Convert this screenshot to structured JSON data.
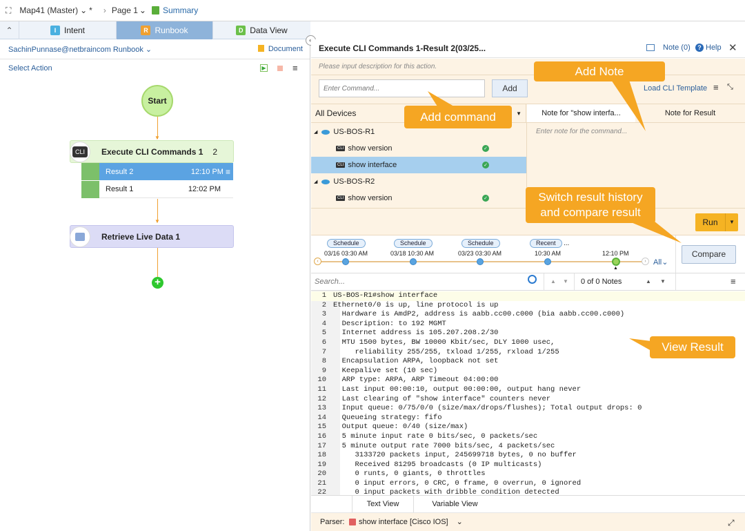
{
  "topbar": {
    "map_label": "Map41 (Master)",
    "modified_mark": "*",
    "page_label": "Page 1",
    "summary_label": "Summary"
  },
  "left_tabs": [
    {
      "label": "Intent",
      "badge": "I"
    },
    {
      "label": "Runbook",
      "badge": "R"
    },
    {
      "label": "Data View",
      "badge": "D"
    }
  ],
  "runbook": {
    "owner_label": "SachinPunnase@netbraincom Runbook",
    "document_label": "Document",
    "select_action": "Select Action",
    "start_label": "Start",
    "exec_node": {
      "label": "Execute CLI Commands 1",
      "count": "2",
      "icon_text": "CLI"
    },
    "results": [
      {
        "label": "Result 2",
        "time": "12:10 PM"
      },
      {
        "label": "Result 1",
        "time": "12:02 PM"
      }
    ],
    "retrieve_node": {
      "label": "Retrieve Live Data 1"
    }
  },
  "panel": {
    "title": "Execute CLI Commands 1-Result 2(03/25...",
    "note_label": "Note (0)",
    "help_label": "Help",
    "description_placeholder": "Please input description for this action.",
    "command_placeholder": "Enter Command...",
    "add_button": "Add",
    "load_template": "Load CLI Template",
    "devices_header": "All Devices",
    "note_tab_command": "Note for \"show interfa...",
    "note_tab_result": "Note for Result",
    "note_placeholder": "Enter note for the command...",
    "devices": [
      {
        "name": "US-BOS-R1",
        "commands": [
          {
            "name": "show version"
          },
          {
            "name": "show interface"
          }
        ]
      },
      {
        "name": "US-BOS-R2",
        "commands": [
          {
            "name": "show version"
          }
        ]
      }
    ],
    "run_button": "Run",
    "compare_button": "Compare",
    "timeline": [
      {
        "tag": "Schedule",
        "time": "03/16 03:30 AM"
      },
      {
        "tag": "Schedule",
        "time": "03/18 10:30 AM"
      },
      {
        "tag": "Schedule",
        "time": "03/23 03:30 AM"
      },
      {
        "tag": "Recent",
        "time": "10:30 AM"
      },
      {
        "tag": "",
        "time": "12:10 PM"
      }
    ],
    "timeline_more": "...",
    "all_label": "All",
    "search_placeholder": "Search...",
    "notes_count": "0 of 0 Notes",
    "code_lines": [
      "US-BOS-R1#show interface",
      "Ethernet0/0 is up, line protocol is up",
      "  Hardware is AmdP2, address is aabb.cc00.c000 (bia aabb.cc00.c000)",
      "  Description: to 192 MGMT",
      "  Internet address is 105.207.208.2/30",
      "  MTU 1500 bytes, BW 10000 Kbit/sec, DLY 1000 usec,",
      "     reliability 255/255, txload 1/255, rxload 1/255",
      "  Encapsulation ARPA, loopback not set",
      "  Keepalive set (10 sec)",
      "  ARP type: ARPA, ARP Timeout 04:00:00",
      "  Last input 00:00:10, output 00:00:00, output hang never",
      "  Last clearing of \"show interface\" counters never",
      "  Input queue: 0/75/0/0 (size/max/drops/flushes); Total output drops: 0",
      "  Queueing strategy: fifo",
      "  Output queue: 0/40 (size/max)",
      "  5 minute input rate 0 bits/sec, 0 packets/sec",
      "  5 minute output rate 7000 bits/sec, 4 packets/sec",
      "     3133720 packets input, 245699718 bytes, 0 no buffer",
      "     Received 81295 broadcasts (0 IP multicasts)",
      "     0 runts, 0 giants, 0 throttles",
      "     0 input errors, 0 CRC, 0 frame, 0 overrun, 0 ignored",
      "     0 input packets with dribble condition detected"
    ],
    "view_tabs": [
      "Text View",
      "Variable View"
    ],
    "parser_label": "Parser:",
    "parser_value": "show interface [Cisco IOS]"
  },
  "callouts": {
    "add_note": "Add Note",
    "add_command": "Add command",
    "switch_result": "Switch result history and compare result",
    "view_result": "View Result"
  },
  "colors": {
    "accent": "#8eb3da",
    "callout": "#f5a623",
    "run": "#f5b323"
  }
}
